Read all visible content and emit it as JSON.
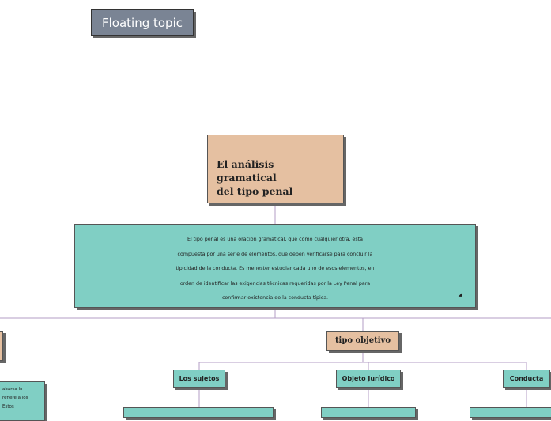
{
  "floating_topic": "Floating topic",
  "main_topic": {
    "line1": "El análisis gramatical",
    "line2": "del tipo penal"
  },
  "description": {
    "lines": [
      "El tipo penal es una oración gramatical, que como cualquier otra, está",
      "compuesta por una serie de elementos, que deben verificarse para concluir la",
      "tipicidad de la conducta. Es menester estudiar cada uno de esos elementos, en",
      "orden de identificar las exigencias técnicas requeridas por la Ley Penal para",
      "confirmar existencia de la conducta típica."
    ]
  },
  "tipo_objetivo": "tipo objetivo",
  "children": [
    "Los sujetos",
    "Objeto Jurídico",
    "Conducta"
  ],
  "left_desc": {
    "lines": [
      "abarca lo",
      "refiere a los",
      "Estos"
    ]
  },
  "colors": {
    "topic_fill": "#e5c0a1",
    "subtopic_fill": "#80cfc4",
    "floating_fill": "#7a8494",
    "connector": "#b39cc4"
  }
}
